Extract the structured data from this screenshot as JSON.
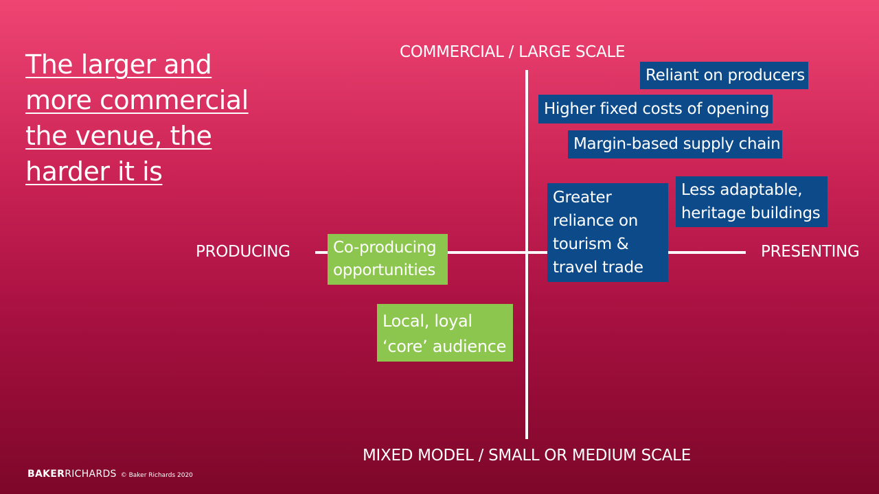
{
  "title_lines": [
    "The larger and",
    "more commercial",
    "the venue, the",
    "harder it is"
  ],
  "axes": {
    "top": "COMMERCIAL / LARGE SCALE",
    "bottom": "MIXED MODEL / SMALL OR MEDIUM SCALE",
    "left": "PRODUCING",
    "right": "PRESENTING"
  },
  "boxes": {
    "reliant": [
      "Reliant on producers"
    ],
    "fixed_costs": [
      "Higher fixed costs of opening"
    ],
    "margin": [
      "Margin-based supply chain"
    ],
    "less_adaptable": [
      "Less adaptable,",
      "heritage buildings"
    ],
    "tourism": [
      "Greater",
      "reliance on",
      "tourism &",
      "travel trade"
    ],
    "co_producing": [
      "Co-producing",
      "opportunities"
    ],
    "local_loyal": [
      "Local, loyal",
      "‘core’ audience"
    ]
  },
  "footer": {
    "brand_bold": "BAKER",
    "brand_light": "RICHARDS",
    "copyright": "© Baker Richards 2020"
  },
  "colors": {
    "blue_box": "#0d4a8a",
    "green_box": "#8dc64e"
  }
}
